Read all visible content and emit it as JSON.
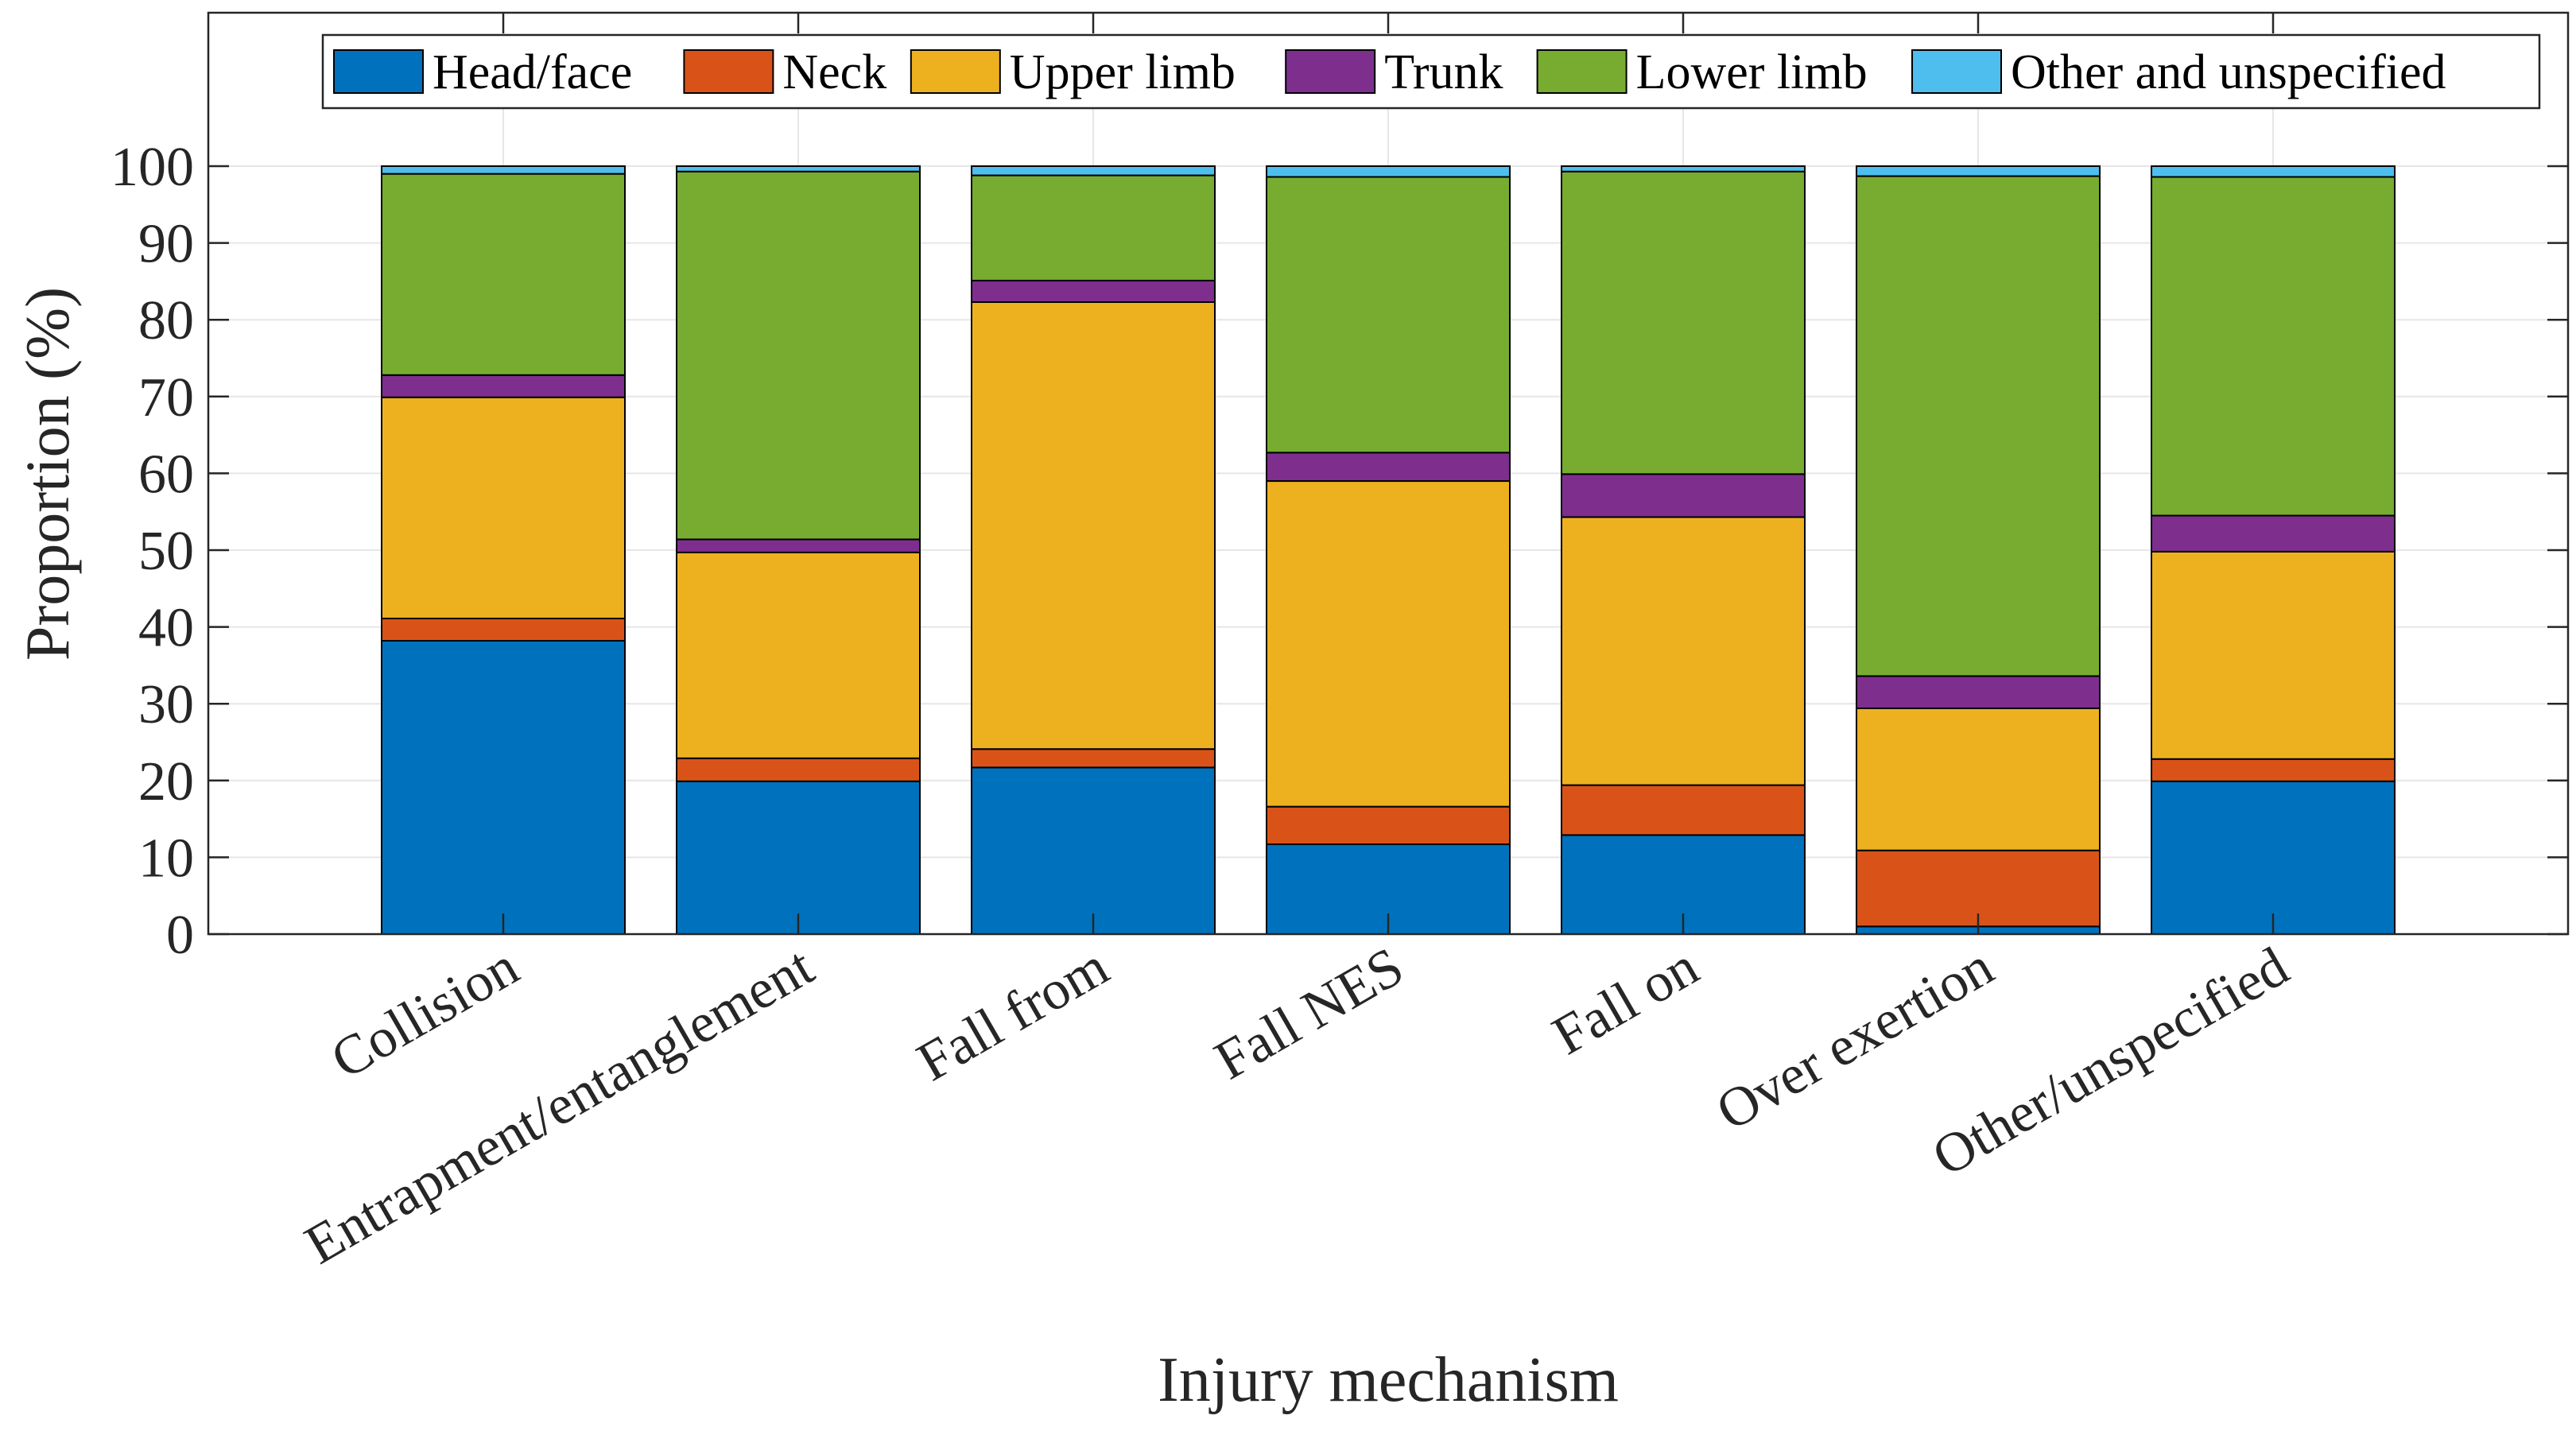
{
  "chart_data": {
    "type": "bar",
    "stacked": true,
    "title": "",
    "xlabel": "Injury mechanism",
    "ylabel": "Proportion (%)",
    "ylim": [
      0,
      100
    ],
    "yticks": [
      "0",
      "10",
      "20",
      "30",
      "40",
      "50",
      "60",
      "70",
      "80",
      "90",
      "100"
    ],
    "grid": true,
    "legend_position": "top, horizontal",
    "categories": [
      "Collision",
      "Entrapment/entanglement",
      "Fall from",
      "Fall NES",
      "Fall on",
      "Over exertion",
      "Other/unspecified"
    ],
    "series": [
      {
        "name": "Head/face",
        "color": "#0072BD",
        "values": [
          38.2,
          19.9,
          21.7,
          11.7,
          12.9,
          1.0,
          19.9
        ]
      },
      {
        "name": "Neck",
        "color": "#D95319",
        "values": [
          2.9,
          3.0,
          2.4,
          4.9,
          6.5,
          9.9,
          2.9
        ]
      },
      {
        "name": "Upper limb",
        "color": "#EDB120",
        "values": [
          28.8,
          26.8,
          58.2,
          42.4,
          34.9,
          18.5,
          27.0
        ]
      },
      {
        "name": "Trunk",
        "color": "#7E2F8E",
        "values": [
          2.9,
          1.7,
          2.8,
          3.7,
          5.6,
          4.2,
          4.7
        ]
      },
      {
        "name": "Lower limb",
        "color": "#77AC30",
        "values": [
          26.2,
          47.9,
          13.7,
          35.9,
          39.4,
          65.1,
          44.1
        ]
      },
      {
        "name": "Other and unspecified",
        "color": "#4DBEEE",
        "values": [
          1.0,
          0.7,
          1.2,
          1.4,
          0.7,
          1.3,
          1.4
        ]
      }
    ]
  }
}
